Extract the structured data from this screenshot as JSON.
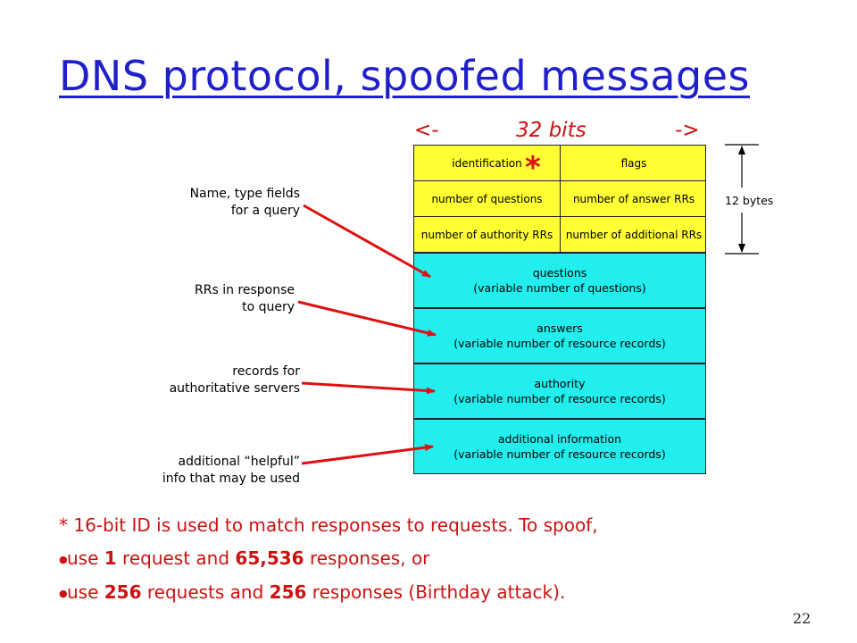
{
  "title": "DNS protocol,  spoofed messages",
  "bits_label": {
    "left": "<-",
    "center": "32 bits",
    "right": "->"
  },
  "header_rows": [
    {
      "left": "identification",
      "right": "flags"
    },
    {
      "left": "number of questions",
      "right": "number of answer RRs"
    },
    {
      "left": "number of authority RRs",
      "right": "number of additional RRs"
    }
  ],
  "star": "*",
  "bytes_label": "12 bytes",
  "sections": [
    {
      "name": "questions",
      "desc": "(variable number of questions)"
    },
    {
      "name": "answers",
      "desc": "(variable number of resource records)"
    },
    {
      "name": "authority",
      "desc": "(variable number of resource  records)"
    },
    {
      "name": "additional information",
      "desc": "(variable number of resource records)"
    }
  ],
  "callouts": [
    {
      "line1": "Name, type fields",
      "line2": "for a query"
    },
    {
      "line1": "RRs in response",
      "line2": "to query"
    },
    {
      "line1": "records for",
      "line2": "authoritative servers"
    },
    {
      "line1": "additional “helpful”",
      "line2": "info that may be used"
    }
  ],
  "notes": {
    "line1": "* 16-bit ID is used to match responses to requests. To spoof,",
    "b1": {
      "t1": "use ",
      "n1": "1",
      "t2": " request and ",
      "n2": "65,536",
      "t3": " responses, or"
    },
    "b2": {
      "t1": "use ",
      "n1": "256",
      "t2": " requests and ",
      "n2": "256",
      "t3": " responses (Birthday attack)."
    }
  },
  "page_number": "22",
  "colors": {
    "title": "#1f1fcc",
    "header_fill": "#ffff33",
    "section_fill": "#22eeee",
    "accent_red": "#cc1111"
  }
}
